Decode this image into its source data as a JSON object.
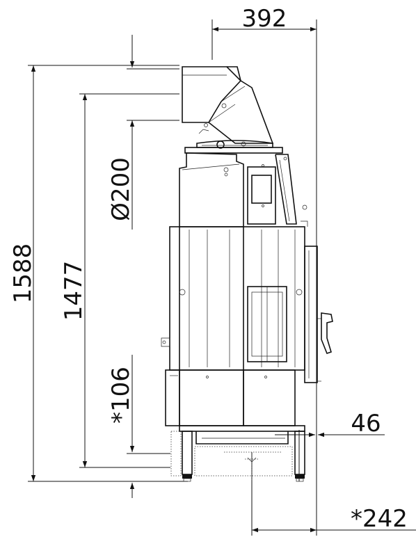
{
  "dimensions": {
    "top_width": "392",
    "total_height": "1588",
    "height_1477": "1477",
    "flue_diameter": "Ø200",
    "base_offset": "*106",
    "side_offset": "46",
    "bottom_depth": "*242"
  },
  "colors": {
    "line": "#111111",
    "background": "#ffffff"
  }
}
